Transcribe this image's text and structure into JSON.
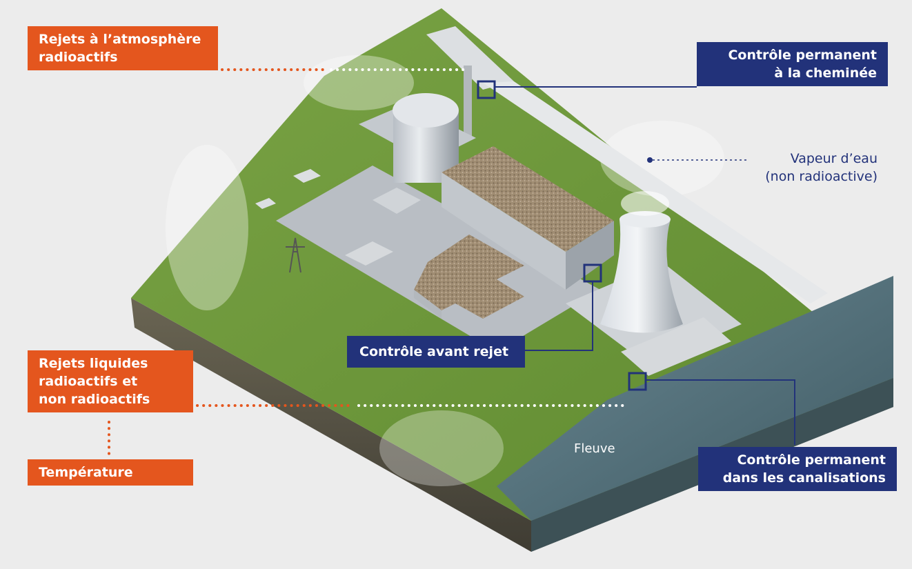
{
  "labels": {
    "atmosphere": [
      "Rejets à l’atmosphère",
      "radioactifs"
    ],
    "liquid": [
      "Rejets liquides",
      "radioactifs et",
      "non radioactifs"
    ],
    "temperature": "Température",
    "chimney_control": [
      "Contrôle permanent",
      "à la cheminée"
    ],
    "steam": [
      "Vapeur d’eau",
      "(non radioactive)"
    ],
    "pre_release_control": "Contrôle avant rejet",
    "pipes_control": [
      "Contrôle permanent",
      "dans les canalisations"
    ],
    "river": "Fleuve"
  },
  "colors": {
    "orange": "#e4561e",
    "navy": "#22327a",
    "grass": "#6f9a3a",
    "water": "#4e6b74",
    "soil": "#5a5648",
    "concrete": "#c9cdd2",
    "background": "#ececec"
  }
}
